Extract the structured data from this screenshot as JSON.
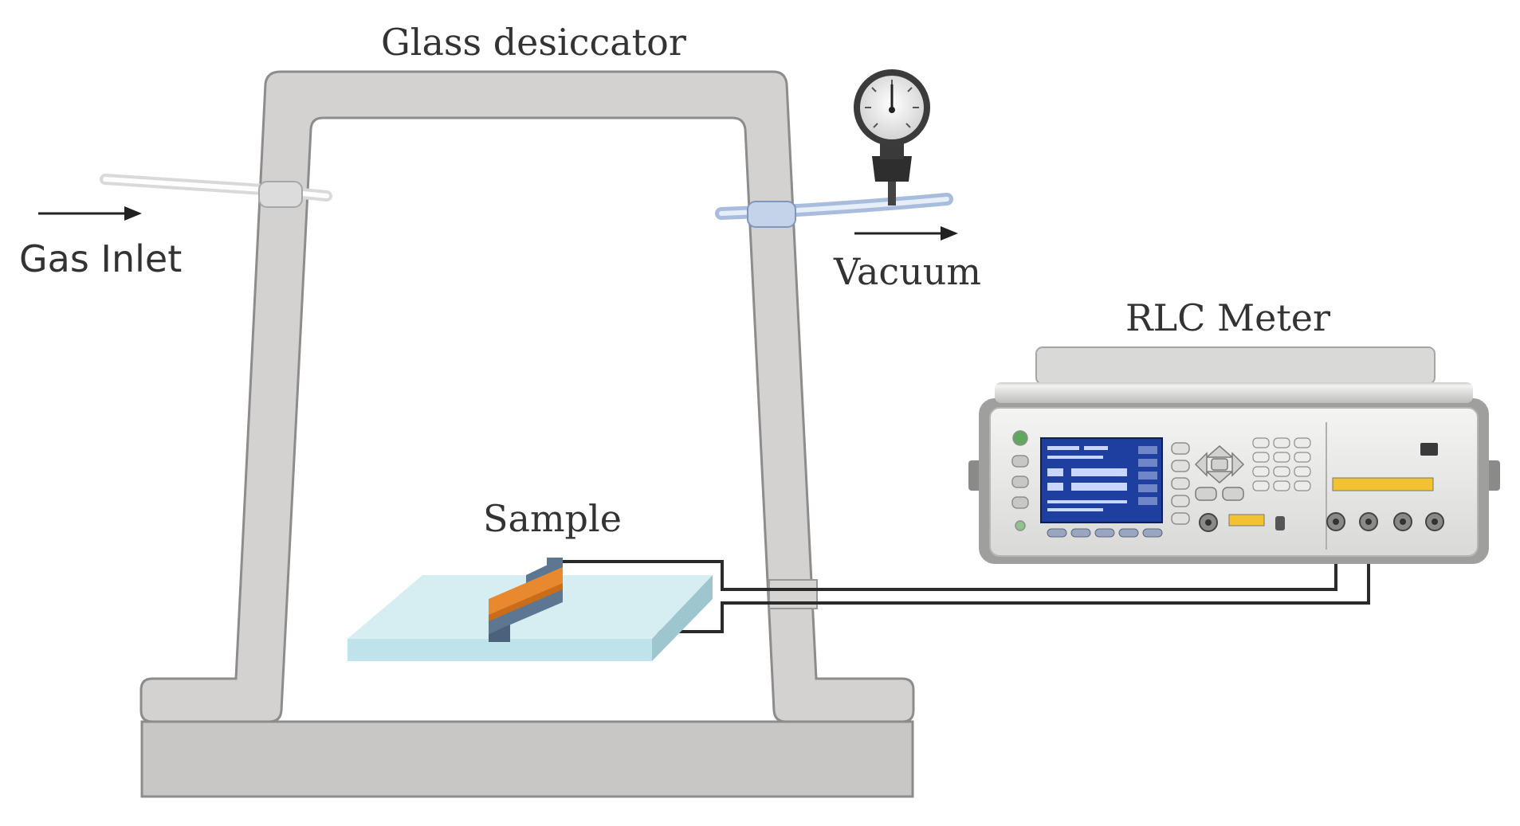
{
  "labels": {
    "desiccator": "Glass desiccator",
    "gas_inlet": "Gas Inlet",
    "vacuum": "Vacuum",
    "rlc_meter": "RLC Meter",
    "sample": "Sample"
  },
  "colors": {
    "desiccator_frame": "#d4d2d1",
    "frame_stroke": "#8e8c8b",
    "substrate": "#bfe3ea",
    "electrode_orange": "#e8892f",
    "electrode_blue": "#5d7691",
    "wire": "#2a2a2a",
    "meter_body": "#e6e6e4",
    "meter_screen": "#1e3fa0",
    "text": "#333333"
  },
  "icons": [
    "pressure-gauge-icon",
    "arrow-right-icon",
    "tube-icon",
    "rlc-meter-icon",
    "bnc-connector-icon"
  ]
}
